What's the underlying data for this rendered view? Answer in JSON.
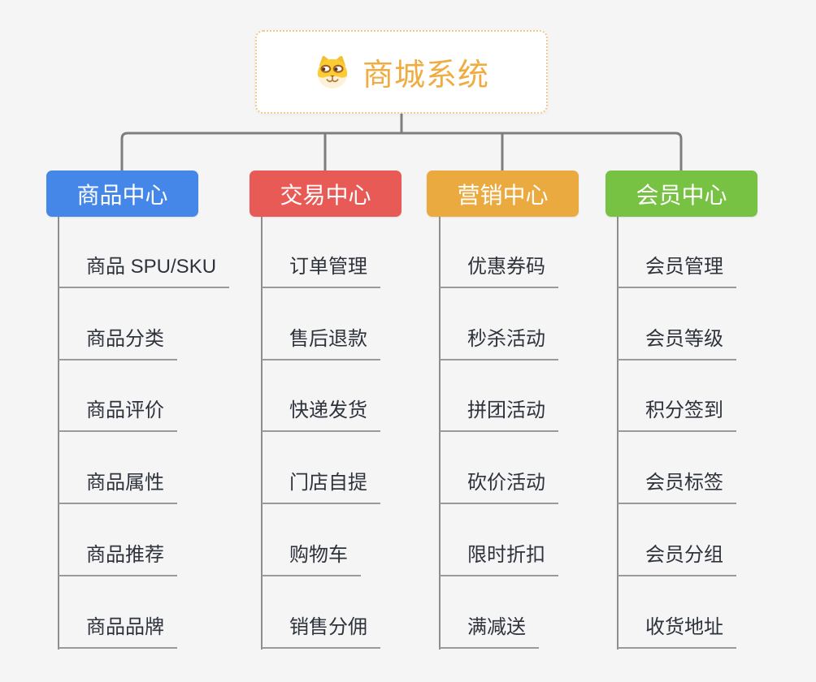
{
  "root": {
    "title": "商城系统",
    "icon": "dog-face-icon",
    "accent_color": "#f0ac40",
    "border_color": "#f4c88a"
  },
  "connector_color": "#7e7e7e",
  "branches": [
    {
      "label": "商品中心",
      "color": "#4587e9",
      "items": [
        "商品 SPU/SKU",
        "商品分类",
        "商品评价",
        "商品属性",
        "商品推荐",
        "商品品牌"
      ]
    },
    {
      "label": "交易中心",
      "color": "#e85a56",
      "items": [
        "订单管理",
        "售后退款",
        "快递发货",
        "门店自提",
        "购物车",
        "销售分佣"
      ]
    },
    {
      "label": "营销中心",
      "color": "#ebaa3f",
      "items": [
        "优惠券码",
        "秒杀活动",
        "拼团活动",
        "砍价活动",
        "限时折扣",
        "满减送"
      ]
    },
    {
      "label": "会员中心",
      "color": "#77c242",
      "items": [
        "会员管理",
        "会员等级",
        "积分签到",
        "会员标签",
        "会员分组",
        "收货地址"
      ]
    }
  ]
}
